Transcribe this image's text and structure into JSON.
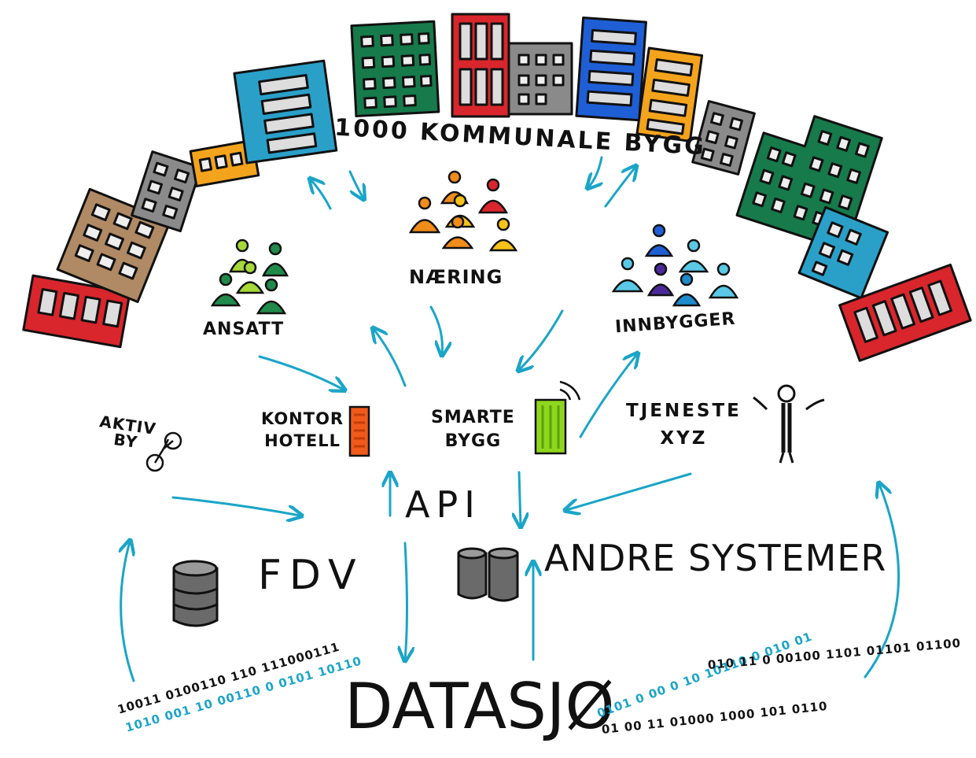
{
  "title": "1000 KOMMUNALE BYGG",
  "groups": {
    "ansatt": "ANSATT",
    "naering": "NÆRING",
    "innbygger": "INNBYGGER"
  },
  "services": {
    "aktiv_by": [
      "AKTIV",
      "BY"
    ],
    "kontor_hotell": [
      "KONTOR",
      "HOTELL"
    ],
    "smarte_bygg": [
      "SMARTE",
      "BYGG"
    ],
    "tjeneste": [
      "TJENESTE",
      "XYZ"
    ]
  },
  "api": "API",
  "systems": {
    "fdv": "FDV",
    "andre": "ANDRE SYSTEMER"
  },
  "datasjo": "DATASJØ",
  "binary": {
    "left_top": "10011 0100110 110 111000111",
    "left_bottom": "1010 001 10 00110 0 0101 10110",
    "right_top": "010 11 0 00100 1101 01101 01100",
    "right_bottom": "01 00 11 01000 1000 101 0110",
    "right_blue": "0101 0 00 0 10 10110 0 010 01"
  },
  "colors": {
    "arrow": "#1aa5c8",
    "red": "#d8262c",
    "brown": "#b08a64",
    "grey": "#8a8a8a",
    "orange": "#f4a41c",
    "teal": "#2aa0c8",
    "green": "#177a4b",
    "blue": "#1f5fd6",
    "lime": "#8fd61e",
    "people_green": "#1f8a4a",
    "people_lime": "#a6d838",
    "people_orange": "#f08c1a",
    "people_yellow": "#f6c21a",
    "people_red": "#d8262c",
    "people_blue": "#1f5fd6",
    "people_cyan": "#5ac8e6",
    "people_purple": "#4a2a9a"
  },
  "icons": [
    "building-icon",
    "person-icon",
    "bicycle-icon",
    "database-icon",
    "wifi-icon",
    "stick-figure-icon"
  ]
}
